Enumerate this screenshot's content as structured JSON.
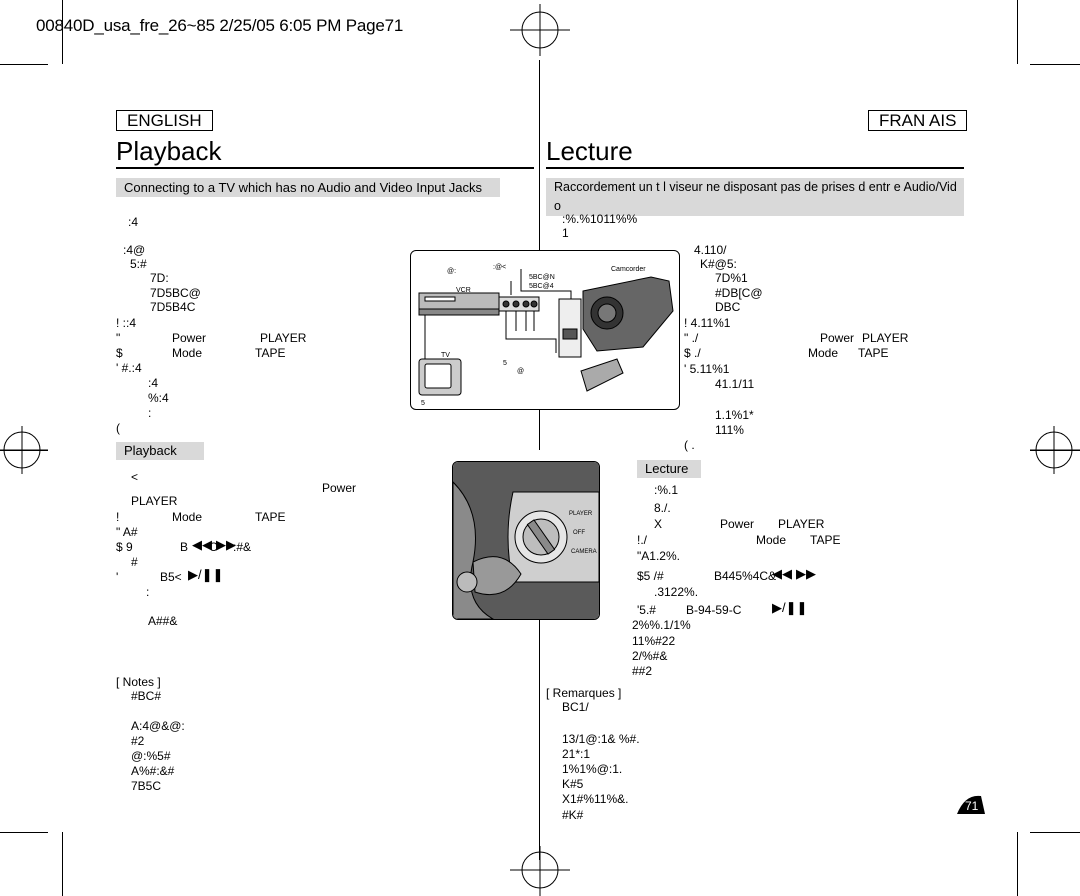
{
  "header": {
    "line": "00840D_usa_fre_26~85 2/25/05 6:05 PM Page71"
  },
  "left": {
    "lang": "ENGLISH",
    "title": "Playback",
    "section": "Connecting to a TV which has no Audio and Video Input Jacks",
    "lines": [
      ":4",
      ":4@",
      "5:#",
      "7D:",
      "7D5BC@",
      "7D5B4C",
      "! ::4",
      "\"",
      "Power",
      "PLAYER",
      "$",
      "Mode",
      "TAPE",
      "' #.:4",
      ":4",
      "%:4",
      ":",
      "("
    ],
    "playback_label": "Playback",
    "pb_lines": [
      "<",
      "Power",
      "PLAYER",
      "!",
      "Mode",
      "TAPE",
      "\" A#",
      "$ 9",
      "B",
      "C",
      ":#&",
      "#",
      "'",
      "B5<",
      ":",
      "A##&"
    ],
    "notes_label": "[ Notes ]",
    "notes": [
      "#BC#",
      "A:4@&@:",
      "#2",
      "@:%5#",
      "A%#:&#",
      "7B5C"
    ]
  },
  "right": {
    "lang": "FRAN AIS",
    "title": "Lecture",
    "section": "Raccordement  un t l viseur ne disposant pas de prises d entr e Audio/Vid o",
    "lines": [
      ":%.%1011%%",
      "1",
      "4.110/",
      "K#@5:",
      "7D%1",
      "#DB[C@",
      "DBC",
      "! 4.11%1",
      "\" ./",
      "Power",
      "PLAYER",
      "$ ./",
      "Mode",
      "TAPE",
      "' 5.11%1",
      "41.1/11",
      "1.1%1*",
      "111%",
      "( ."
    ],
    "lecture_label": "Lecture",
    "lec_lines": [
      ":%.1",
      "8./.",
      "X",
      "Power",
      "PLAYER",
      "!./",
      "Mode",
      "TAPE",
      "\"A1.2%.",
      "$5 /#",
      "B445%4C&",
      ".3122%.",
      "'5.#",
      "B-94-59-C",
      "2%%.1/1%",
      "11%#22",
      "2/%#&",
      "##2"
    ],
    "remarks_label": "[ Remarques ]",
    "remarks": [
      "BC1/",
      "13/1@:1& %#.",
      "21*:1",
      "1%1%@:1.",
      "K#5",
      "X1#%11%&.",
      "#K#"
    ]
  },
  "figure": {
    "camcorder": "Camcorder",
    "vcr": "VCR",
    "tv": "TV",
    "codes": [
      "@:",
      ":@<",
      "5BC@N",
      "5BC@4",
      "5",
      "@",
      "5"
    ]
  },
  "dial": {
    "player": "PLAYER",
    "off": "OFF",
    "camera": "CAMERA"
  },
  "page_number": "71"
}
